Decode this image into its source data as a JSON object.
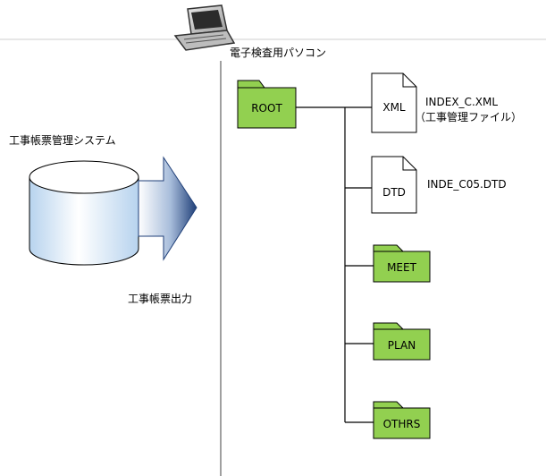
{
  "left_panel": {
    "system_title": "工事帳票管理システム",
    "output_label": "工事帳票出力"
  },
  "right_panel": {
    "pc_label": "電子検査用パソコン",
    "root_folder": "ROOT",
    "files": [
      {
        "icon_label": "XML",
        "name": "INDEX_C.XML",
        "note": "（工事管理ファイル）"
      },
      {
        "icon_label": "DTD",
        "name": "INDE_C05.DTD"
      }
    ],
    "folders": [
      "MEET",
      "PLAN",
      "OTHRS"
    ]
  },
  "colors": {
    "folder_fill": "#92d050",
    "folder_stroke": "#000000",
    "arrow_dark": "#1f3f78",
    "arrow_light": "#ffffff",
    "db_light": "#ffffff",
    "db_blue": "#b7d3ee"
  }
}
